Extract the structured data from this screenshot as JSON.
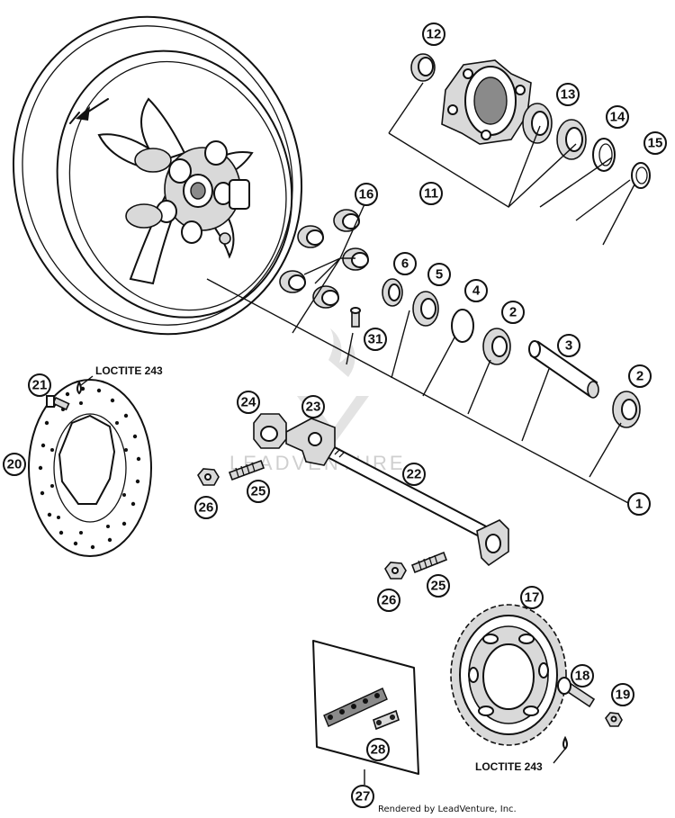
{
  "diagram": {
    "callouts": [
      {
        "id": "c1",
        "label": "1"
      },
      {
        "id": "c2a",
        "label": "2"
      },
      {
        "id": "c2b",
        "label": "2"
      },
      {
        "id": "c3",
        "label": "3"
      },
      {
        "id": "c4",
        "label": "4"
      },
      {
        "id": "c5",
        "label": "5"
      },
      {
        "id": "c6",
        "label": "6"
      },
      {
        "id": "c11",
        "label": "11"
      },
      {
        "id": "c12",
        "label": "12"
      },
      {
        "id": "c13",
        "label": "13"
      },
      {
        "id": "c14",
        "label": "14"
      },
      {
        "id": "c15",
        "label": "15"
      },
      {
        "id": "c16",
        "label": "16"
      },
      {
        "id": "c17",
        "label": "17"
      },
      {
        "id": "c18",
        "label": "18"
      },
      {
        "id": "c19",
        "label": "19"
      },
      {
        "id": "c20",
        "label": "20"
      },
      {
        "id": "c21",
        "label": "21"
      },
      {
        "id": "c22",
        "label": "22"
      },
      {
        "id": "c23",
        "label": "23"
      },
      {
        "id": "c24",
        "label": "24"
      },
      {
        "id": "c25a",
        "label": "25"
      },
      {
        "id": "c25b",
        "label": "25"
      },
      {
        "id": "c26a",
        "label": "26"
      },
      {
        "id": "c26b",
        "label": "26"
      },
      {
        "id": "c27",
        "label": "27"
      },
      {
        "id": "c28",
        "label": "28"
      },
      {
        "id": "c31",
        "label": "31"
      }
    ],
    "loctite_top": "LOCTITE 243",
    "loctite_bottom": "LOCTITE 243",
    "watermark": "LEADVENTURE",
    "footer": "Rendered by LeadVenture, Inc."
  }
}
